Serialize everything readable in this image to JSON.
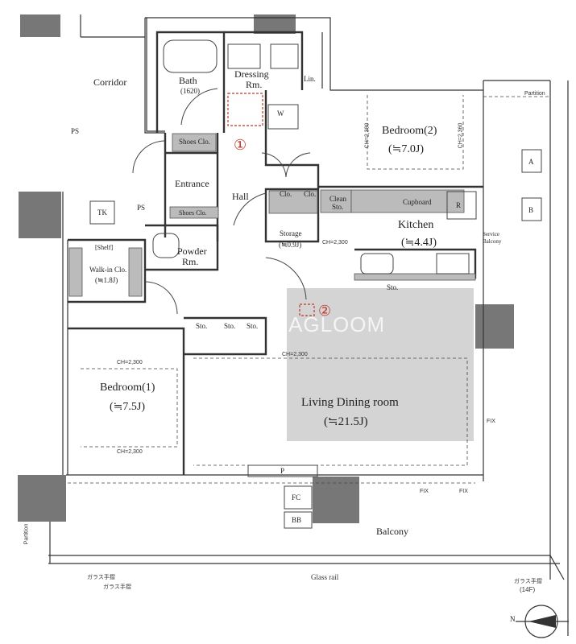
{
  "rooms": {
    "corridor": "Corridor",
    "bath": "Bath",
    "bath_size": "(1620)",
    "dressing": "Dressing",
    "dressing_rm": "Rm.",
    "lin": "Lin.",
    "washer": "W",
    "bedroom2": "Bedroom(2)",
    "bedroom2_size": "(≒7.0J)",
    "shoes_clo": "Shoes Clo.",
    "entrance": "Entrance",
    "hall": "Hall",
    "clo1": "Clo.",
    "clo2": "Clo.",
    "clean_sto": "Clean",
    "clean_sto2": "Sto.",
    "cupboard": "Cupboard",
    "fridge": "R",
    "kitchen": "Kitchen",
    "kitchen_size": "(≒4.4J)",
    "service_balcony": "Service",
    "service_balcony2": "Balcony",
    "shelf": "[Shelf]",
    "walkin": "Walk-in Clo.",
    "walkin_size": "(≒1.8J)",
    "powder": "Powder",
    "powder_rm": "Rm.",
    "shoes_clo2": "Shoes Clo.",
    "storage": "Storage",
    "storage_size": "(≒0.9J)",
    "tk": "TK",
    "ps1": "PS",
    "ps2": "PS",
    "sto1": "Sto.",
    "sto2": "Sto.",
    "sto3": "Sto.",
    "sto_kitchen": "Sto.",
    "bedroom1": "Bedroom(1)",
    "bedroom1_size": "(≒7.5J)",
    "ldr": "Living Dining room",
    "ldr_size": "(≒21.5J)",
    "balcony": "Balcony",
    "p": "P",
    "fc": "FC",
    "bb": "BB",
    "a": "A",
    "b": "B",
    "partition": "Partition",
    "glass_rail": "Glass rail",
    "glass_rail_jp1": "ガラス手摺",
    "glass_rail_jp2": "ガラス手摺",
    "glass_rail_jp3": "ガラス手摺",
    "floor_14": "(14F)",
    "partition_side": "Partition",
    "fix1": "FIX",
    "fix2": "FIX",
    "fix3": "FIX",
    "ch_2300_a": "CH=2,300",
    "ch_2300_b": "CH=2,300",
    "ch_2300_c": "CH=2,300",
    "ch_2300_d": "CH=2,300",
    "ch_2380": "CH=2,380",
    "ch_2360": "CH=2,360"
  },
  "markers": {
    "one": "①",
    "two": "②"
  },
  "compass": "N",
  "watermark": "AGLOOM"
}
